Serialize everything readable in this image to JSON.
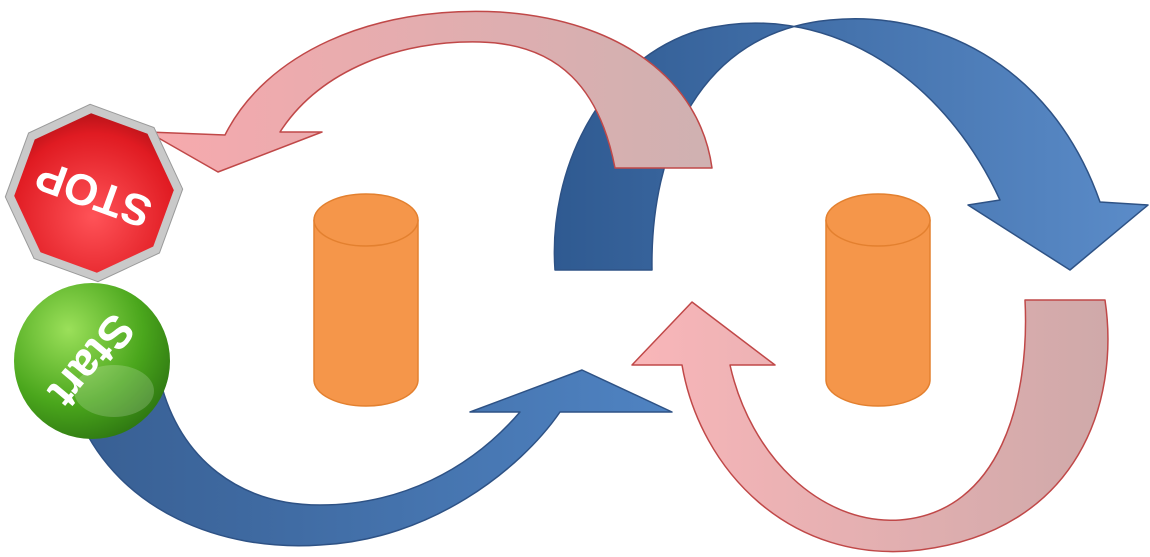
{
  "stop_sign": {
    "label": "STOP",
    "fill": "#e01b22",
    "border": "#c9c9c9"
  },
  "start_button": {
    "label": "Start",
    "fill": "#4aa61c",
    "text_color": "#ffffff"
  },
  "cylinders": [
    {
      "name": "cylinder-left",
      "fill": "#f5964a",
      "stroke": "#e3802f"
    },
    {
      "name": "cylinder-right",
      "fill": "#f5964a",
      "stroke": "#e3802f"
    }
  ],
  "arrows": {
    "blue_top": {
      "fill": "#3f6ea8",
      "stroke": "#2e5285"
    },
    "blue_bottom": {
      "fill": "#3f6ea8",
      "stroke": "#2e5285"
    },
    "pink_top": {
      "fill": "#f7b5b8",
      "stroke": "#c04848"
    },
    "pink_bottom": {
      "fill": "#f7b5b8",
      "stroke": "#c04848"
    }
  }
}
